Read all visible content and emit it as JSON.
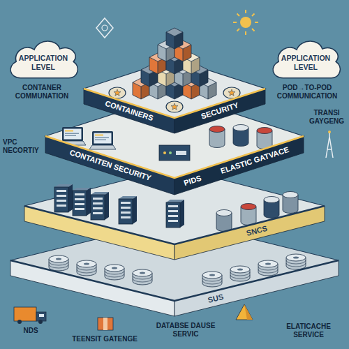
{
  "diagram": {
    "nodes": [
      {
        "text": [
          "APPLICATION LEVEL"
        ]
      },
      {
        "text": [
          "APPLICATION LEVEL"
        ]
      },
      {
        "text": [
          "CONTAINERS",
          "SECURITY"
        ]
      },
      {
        "text": [
          "CONTAITEN SECURITY",
          "PIDS",
          "ELASTIC GATVACE"
        ]
      },
      {
        "text": [
          "SNCS"
        ]
      },
      {
        "text": [
          "SUS"
        ]
      }
    ],
    "labels": [
      "CONTANER COMMUNATION",
      "POD→TO-POD COMMUNICATION",
      "VPC NECORTIY",
      "TRANSI GAYGENG",
      "NDS",
      "TEENSIT GATENGE",
      "DATABSE DAUSE SERVIC",
      "ELATICACHE SERVICE"
    ]
  }
}
